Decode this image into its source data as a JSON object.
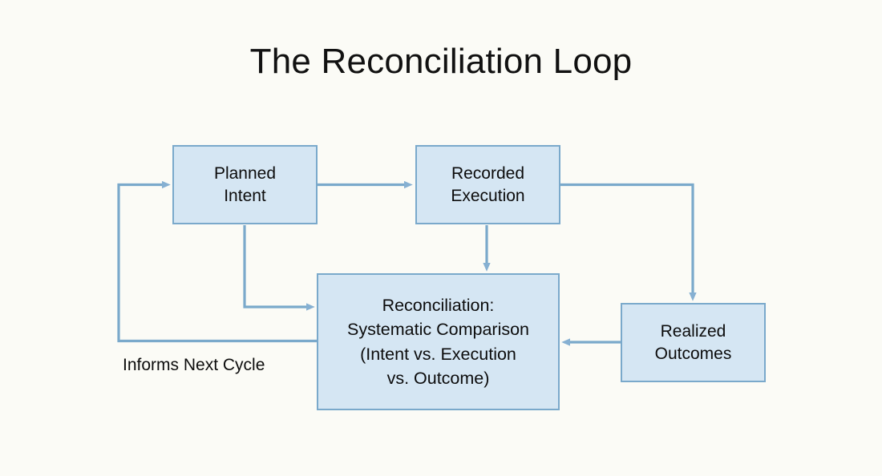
{
  "diagram": {
    "title": "The Reconciliation Loop",
    "type": "flowchart",
    "background_color": "#fbfbf6",
    "node_fill_color": "#d5e6f3",
    "node_border_color": "#7aa9cb",
    "connector_color": "#7aa9cb",
    "text_color": "#0c0c0c",
    "nodes": [
      {
        "id": "planned-intent",
        "label": "Planned\nIntent"
      },
      {
        "id": "recorded-execution",
        "label": "Recorded\nExecution"
      },
      {
        "id": "reconciliation",
        "label": "Reconciliation:\nSystematic Comparison\n(Intent vs. Execution\nvs. Outcome)"
      },
      {
        "id": "realized-outcomes",
        "label": "Realized\nOutcomes"
      }
    ],
    "edges": [
      {
        "id": "planned-to-recorded",
        "from": "planned-intent",
        "to": "recorded-execution",
        "label": ""
      },
      {
        "id": "recorded-to-realized",
        "from": "recorded-execution",
        "to": "realized-outcomes",
        "label": ""
      },
      {
        "id": "recorded-to-reconciliation",
        "from": "recorded-execution",
        "to": "reconciliation",
        "label": ""
      },
      {
        "id": "planned-to-reconciliation",
        "from": "planned-intent",
        "to": "reconciliation",
        "label": ""
      },
      {
        "id": "realized-to-reconciliation",
        "from": "realized-outcomes",
        "to": "reconciliation",
        "label": ""
      },
      {
        "id": "reconciliation-to-planned",
        "from": "reconciliation",
        "to": "planned-intent",
        "label": "Informs Next Cycle"
      }
    ]
  }
}
